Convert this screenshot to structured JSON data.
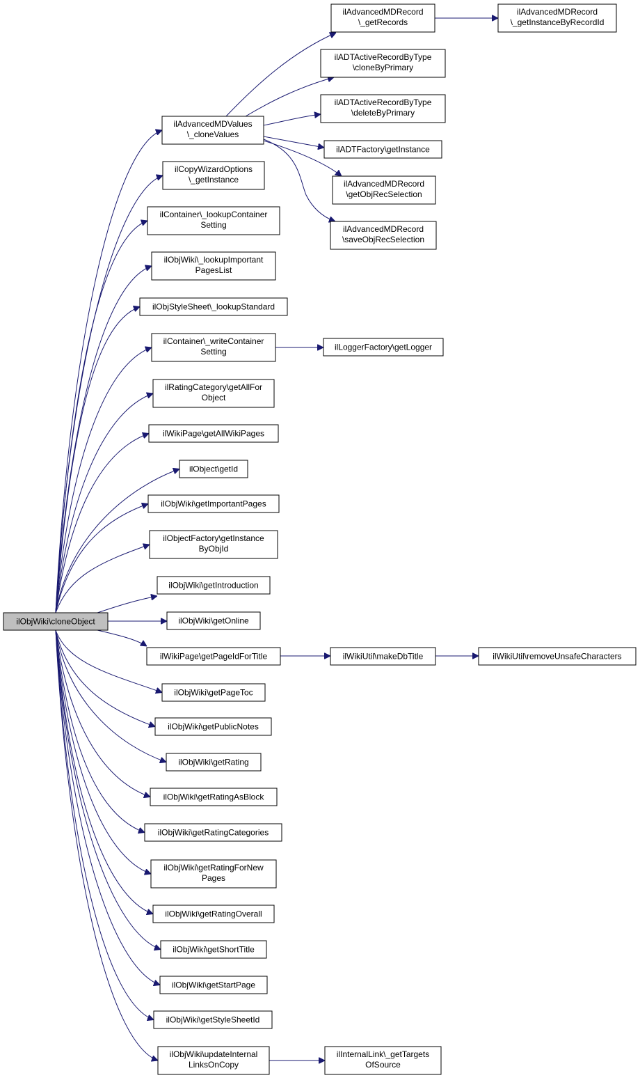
{
  "colors": {
    "edge": "#191970",
    "root_fill": "#bfbfbf",
    "node_fill": "#ffffff",
    "node_border": "#000000"
  },
  "nodes": {
    "root": [
      "ilObjWiki\\cloneObject"
    ],
    "clone_values": [
      "ilAdvancedMDValues",
      "\\_cloneValues"
    ],
    "copy_wizard": [
      "ilCopyWizardOptions",
      "\\_getInstance"
    ],
    "lookup_container": [
      "ilContainer\\_lookupContainer",
      "Setting"
    ],
    "lookup_important": [
      "ilObjWiki\\_lookupImportant",
      "PagesList"
    ],
    "lookup_standard": [
      "ilObjStyleSheet\\_lookupStandard"
    ],
    "write_container": [
      "ilContainer\\_writeContainer",
      "Setting"
    ],
    "rating_category": [
      "ilRatingCategory\\getAllFor",
      "Object"
    ],
    "all_wiki_pages": [
      "ilWikiPage\\getAllWikiPages"
    ],
    "object_get_id": [
      "ilObject\\getId"
    ],
    "important_pages": [
      "ilObjWiki\\getImportantPages"
    ],
    "object_factory": [
      "ilObjectFactory\\getInstance",
      "ByObjId"
    ],
    "introduction": [
      "ilObjWiki\\getIntroduction"
    ],
    "online": [
      "ilObjWiki\\getOnline"
    ],
    "page_id_for_title": [
      "ilWikiPage\\getPageIdForTitle"
    ],
    "page_toc": [
      "ilObjWiki\\getPageToc"
    ],
    "public_notes": [
      "ilObjWiki\\getPublicNotes"
    ],
    "rating": [
      "ilObjWiki\\getRating"
    ],
    "rating_as_block": [
      "ilObjWiki\\getRatingAsBlock"
    ],
    "rating_categories": [
      "ilObjWiki\\getRatingCategories"
    ],
    "rating_for_new": [
      "ilObjWiki\\getRatingForNew",
      "Pages"
    ],
    "rating_overall": [
      "ilObjWiki\\getRatingOverall"
    ],
    "short_title": [
      "ilObjWiki\\getShortTitle"
    ],
    "start_page": [
      "ilObjWiki\\getStartPage"
    ],
    "style_sheet_id": [
      "ilObjWiki\\getStyleSheetId"
    ],
    "update_links": [
      "ilObjWiki\\updateInternal",
      "LinksOnCopy"
    ],
    "get_records": [
      "ilAdvancedMDRecord",
      "\\_getRecords"
    ],
    "instance_by_record": [
      "ilAdvancedMDRecord",
      "\\_getInstanceByRecordId"
    ],
    "clone_by_primary": [
      "ilADTActiveRecordByType",
      "\\cloneByPrimary"
    ],
    "delete_by_primary": [
      "ilADTActiveRecordByType",
      "\\deleteByPrimary"
    ],
    "adt_factory": [
      "ilADTFactory\\getInstance"
    ],
    "get_obj_rec_sel": [
      "ilAdvancedMDRecord",
      "\\getObjRecSelection"
    ],
    "save_obj_rec_sel": [
      "ilAdvancedMDRecord",
      "\\saveObjRecSelection"
    ],
    "logger": [
      "ilLoggerFactory\\getLogger"
    ],
    "make_db_title": [
      "ilWikiUtil\\makeDbTitle"
    ],
    "remove_unsafe": [
      "ilWikiUtil\\removeUnsafeCharacters"
    ],
    "targets_of_source": [
      "ilInternalLink\\_getTargets",
      "OfSource"
    ]
  }
}
